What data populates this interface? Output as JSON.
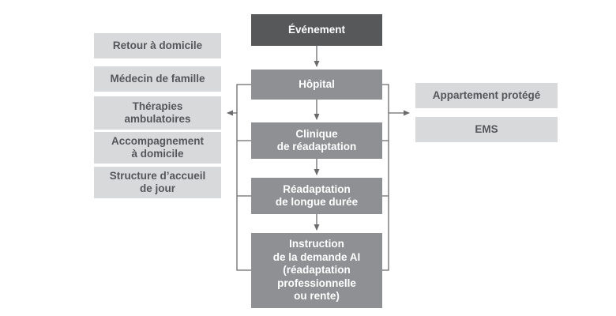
{
  "diagram": {
    "center": [
      {
        "label": "Événement"
      },
      {
        "label": "Hôpital"
      },
      {
        "label": "Clinique\nde réadaptation"
      },
      {
        "label": "Réadaptation\nde longue durée"
      },
      {
        "label": "Instruction\nde la demande AI\n(réadaptation\nprofessionnelle\nou rente)"
      }
    ],
    "left": [
      {
        "label": "Retour à domicile"
      },
      {
        "label": "Médecin de famille"
      },
      {
        "label": "Thérapies\nambulatoires"
      },
      {
        "label": "Accompagnement\nà domicile"
      },
      {
        "label": "Structure d’accueil\nde jour"
      }
    ],
    "right": [
      {
        "label": "Appartement protégé"
      },
      {
        "label": "EMS"
      }
    ],
    "colors": {
      "event_box": "#57585a",
      "center_box": "#8e9093",
      "side_box": "#d8d9da",
      "side_text": "#54565a",
      "center_text": "#ffffff",
      "connector": "#6a6b6d",
      "background": "#ffffff"
    }
  }
}
